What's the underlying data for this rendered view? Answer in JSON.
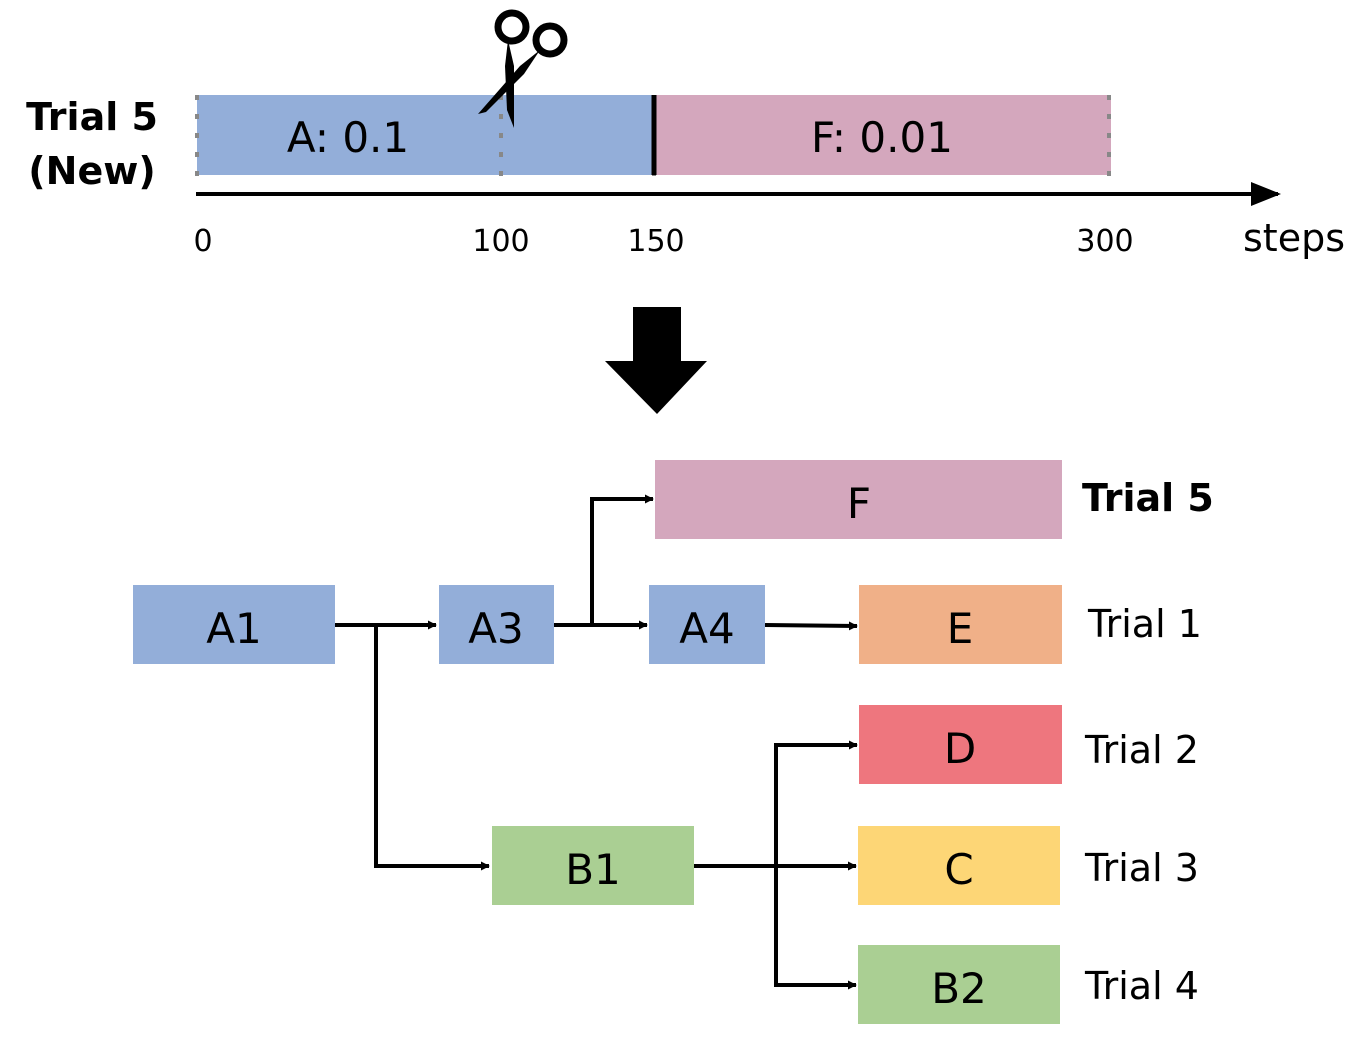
{
  "timeline": {
    "row_label_line1": "Trial 5",
    "row_label_line2": "(New)",
    "segments": [
      {
        "label": "A: 0.1",
        "start": 0,
        "end": 150,
        "color": "#93aed9"
      },
      {
        "label": "F: 0.01",
        "start": 150,
        "end": 300,
        "color": "#d4a7bd"
      }
    ],
    "cut_at": 100,
    "ticks": [
      "0",
      "100",
      "150",
      "300"
    ],
    "axis_label": "steps",
    "cut_icon": "scissors-icon"
  },
  "transition_icon": "down-arrow-icon",
  "tree": {
    "nodes": {
      "A1": {
        "label": "A1",
        "color": "#93aed9"
      },
      "A3": {
        "label": "A3",
        "color": "#93aed9"
      },
      "A4": {
        "label": "A4",
        "color": "#93aed9"
      },
      "F": {
        "label": "F",
        "color": "#d4a7bd"
      },
      "E": {
        "label": "E",
        "color": "#f0b088"
      },
      "D": {
        "label": "D",
        "color": "#ee767e"
      },
      "B1": {
        "label": "B1",
        "color": "#aacf93"
      },
      "C": {
        "label": "C",
        "color": "#fdd676"
      },
      "B2": {
        "label": "B2",
        "color": "#aacf93"
      }
    },
    "trial_labels": {
      "F": "Trial 5",
      "E": "Trial 1",
      "D": "Trial 2",
      "C": "Trial 3",
      "B2": "Trial 4"
    }
  }
}
